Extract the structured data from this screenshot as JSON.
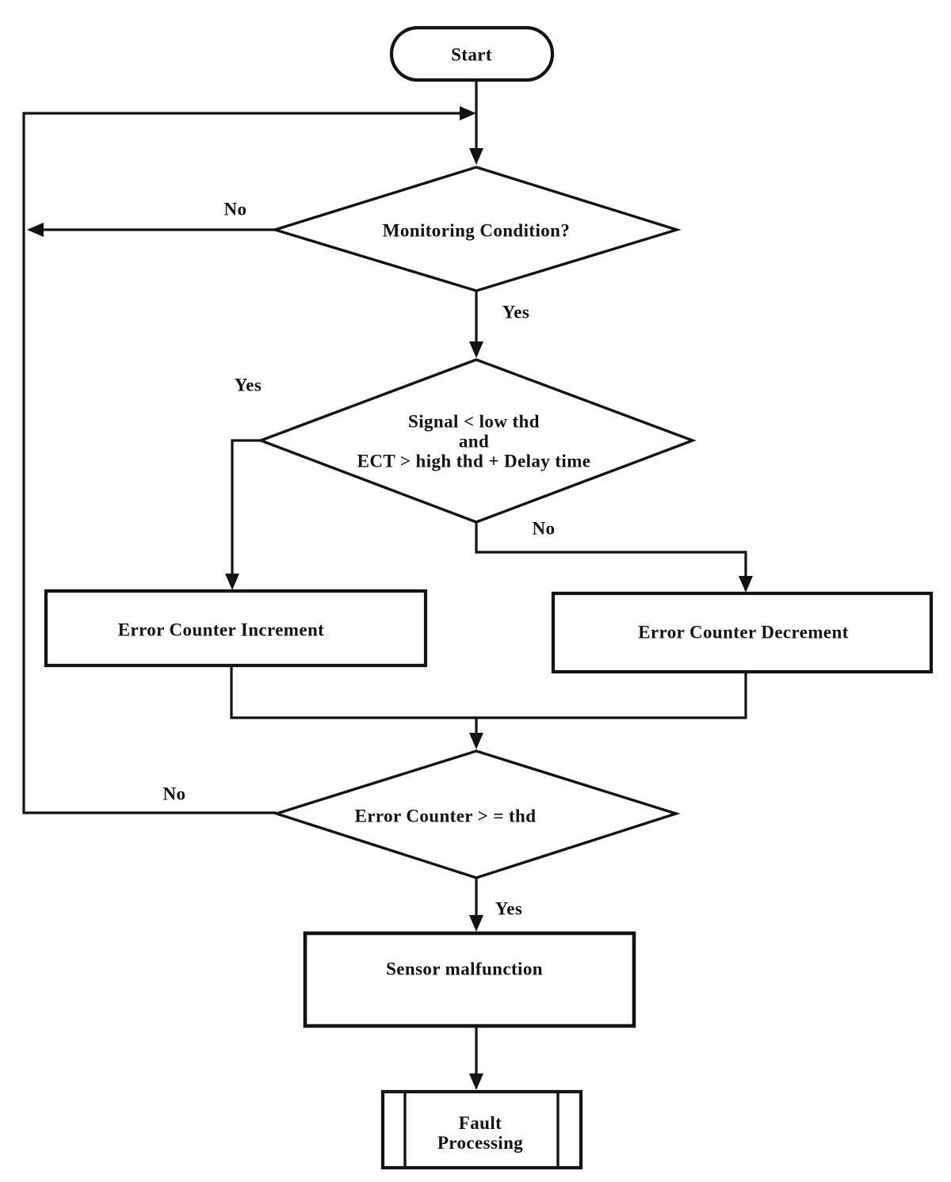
{
  "diagram": {
    "title_none": "",
    "colors": {
      "background": "#ffffff",
      "stroke": "#131313",
      "text": "#131313"
    },
    "nodes": {
      "start": {
        "type": "terminator",
        "label": "Start"
      },
      "monitoring": {
        "type": "decision",
        "label": "Monitoring Condition?"
      },
      "signal_check": {
        "type": "decision",
        "line1": "Signal < low thd",
        "line2": "and",
        "line3": "ECT > high thd + Delay time"
      },
      "increment": {
        "type": "process",
        "label": "Error Counter Increment"
      },
      "decrement": {
        "type": "process",
        "label": "Error Counter Decrement"
      },
      "counter_check": {
        "type": "decision",
        "label": "Error Counter > = thd"
      },
      "malfunction": {
        "type": "process",
        "label": "Sensor malfunction"
      },
      "fault": {
        "type": "predefined-process",
        "line1": "Fault",
        "line2": "Processing"
      }
    },
    "edge_labels": {
      "monitoring_no": "No",
      "monitoring_yes": "Yes",
      "signal_yes": "Yes",
      "signal_no": "No",
      "counter_no": "No",
      "counter_yes": "Yes"
    }
  }
}
